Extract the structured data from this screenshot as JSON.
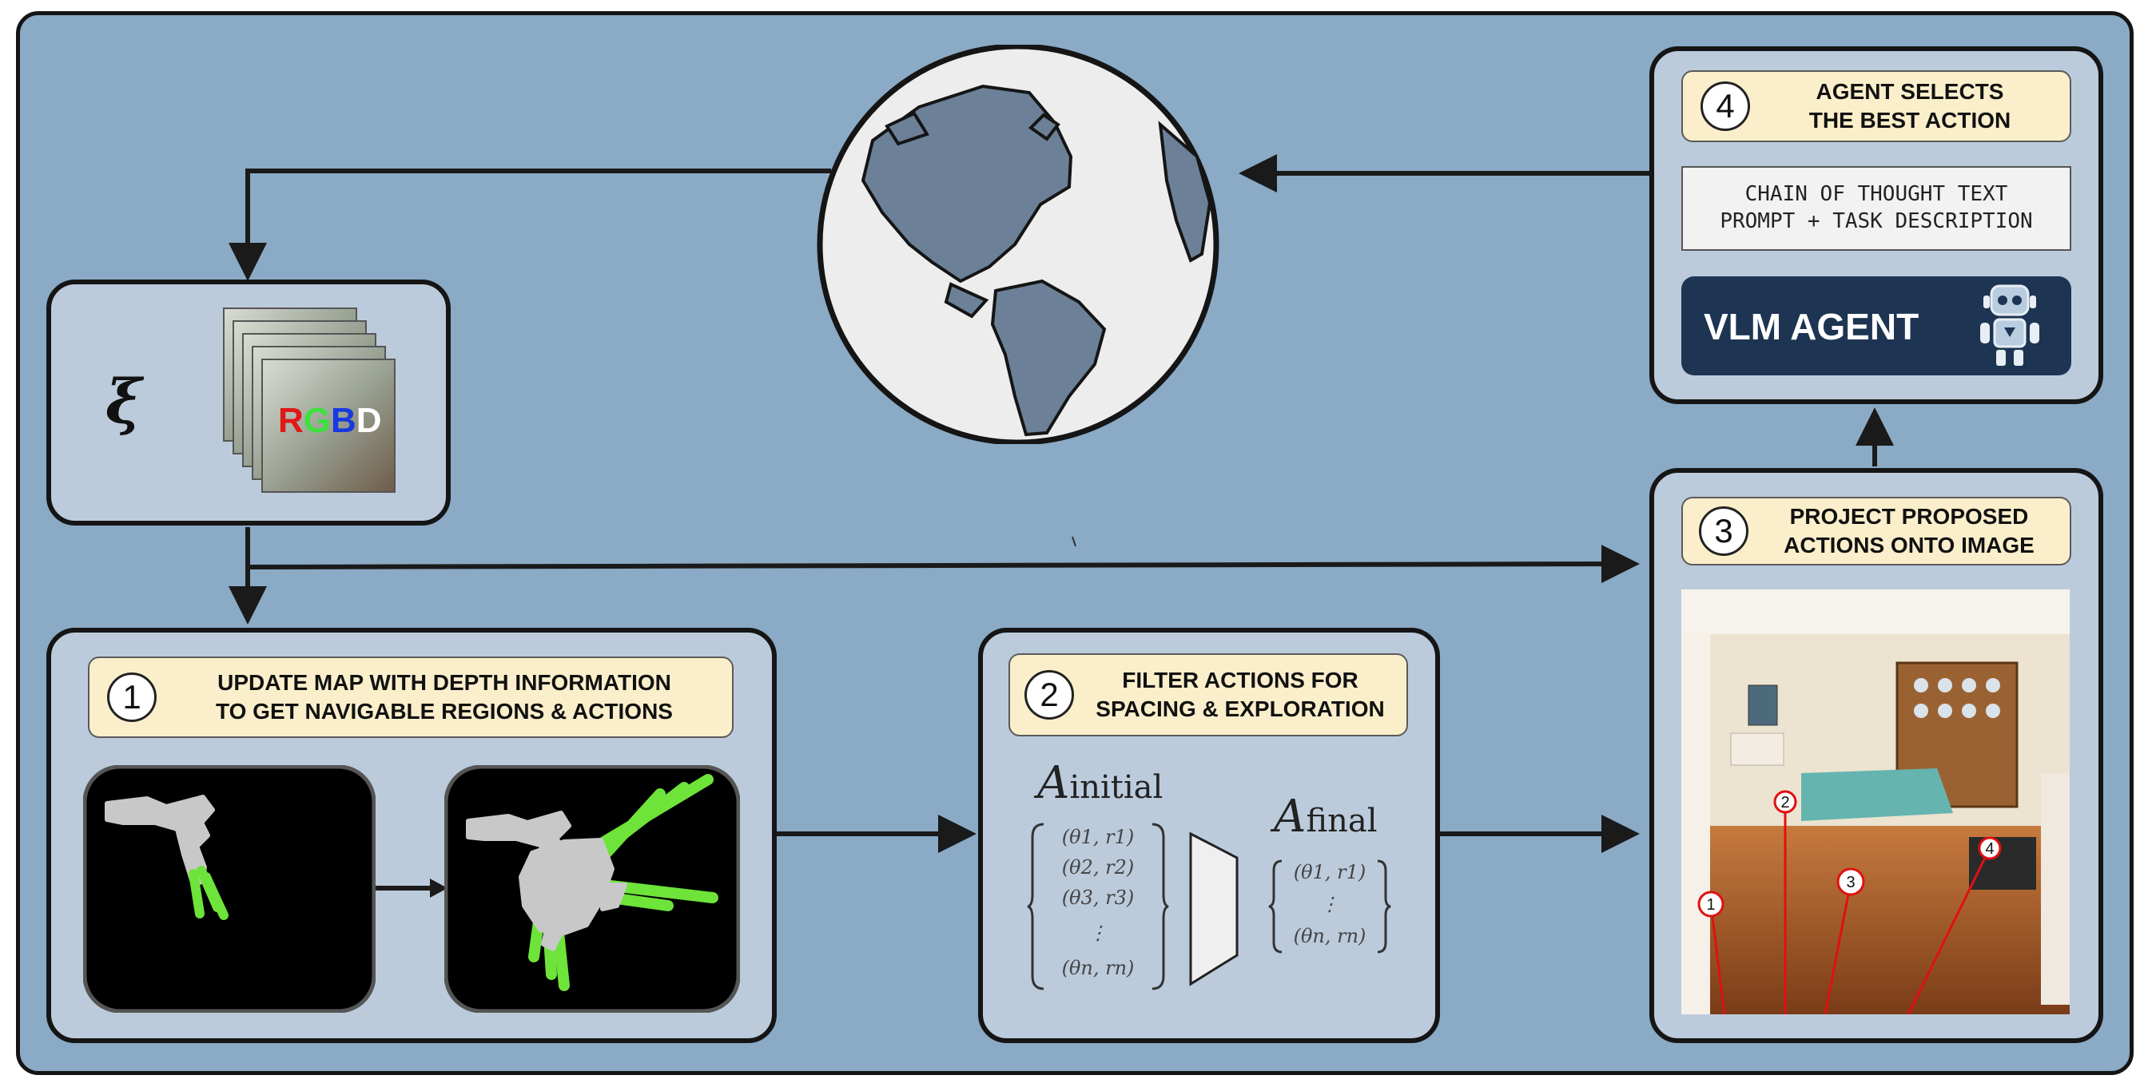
{
  "xi_symbol": "ξ",
  "rgbd": {
    "r": "R",
    "g": "G",
    "b": "B",
    "d": "D"
  },
  "step1": {
    "number": "1",
    "title": "UPDATE MAP WITH DEPTH INFORMATION\nTO GET NAVIGABLE REGIONS & ACTIONS"
  },
  "step2": {
    "number": "2",
    "title": "FILTER ACTIONS FOR\nSPACING & EXPLORATION",
    "a_initial": {
      "symbol": "A",
      "subscript": "initial",
      "items": [
        "(θ1, r1)",
        "(θ2, r2)",
        "(θ3, r3)",
        "⋮",
        "(θn, rn)"
      ]
    },
    "a_final": {
      "symbol": "A",
      "subscript": "final",
      "items": [
        "(θ1, r1)",
        "⋮",
        "(θn, rn)"
      ]
    }
  },
  "step3": {
    "number": "3",
    "title": "PROJECT PROPOSED\nACTIONS ONTO IMAGE",
    "markers": [
      "1",
      "2",
      "3",
      "4"
    ]
  },
  "step4": {
    "number": "4",
    "title": "AGENT SELECTS\nTHE BEST ACTION",
    "prompt_text": "CHAIN OF THOUGHT TEXT\nPROMPT + TASK DESCRIPTION",
    "agent_label": "VLM AGENT"
  },
  "colors": {
    "background": "#8aaac5",
    "panel": "#bccbdb",
    "label": "#fbefcb",
    "agent": "#1d3553",
    "navigable": "#6ee33a",
    "explored": "#c8c8c8",
    "marker": "#e01010"
  }
}
